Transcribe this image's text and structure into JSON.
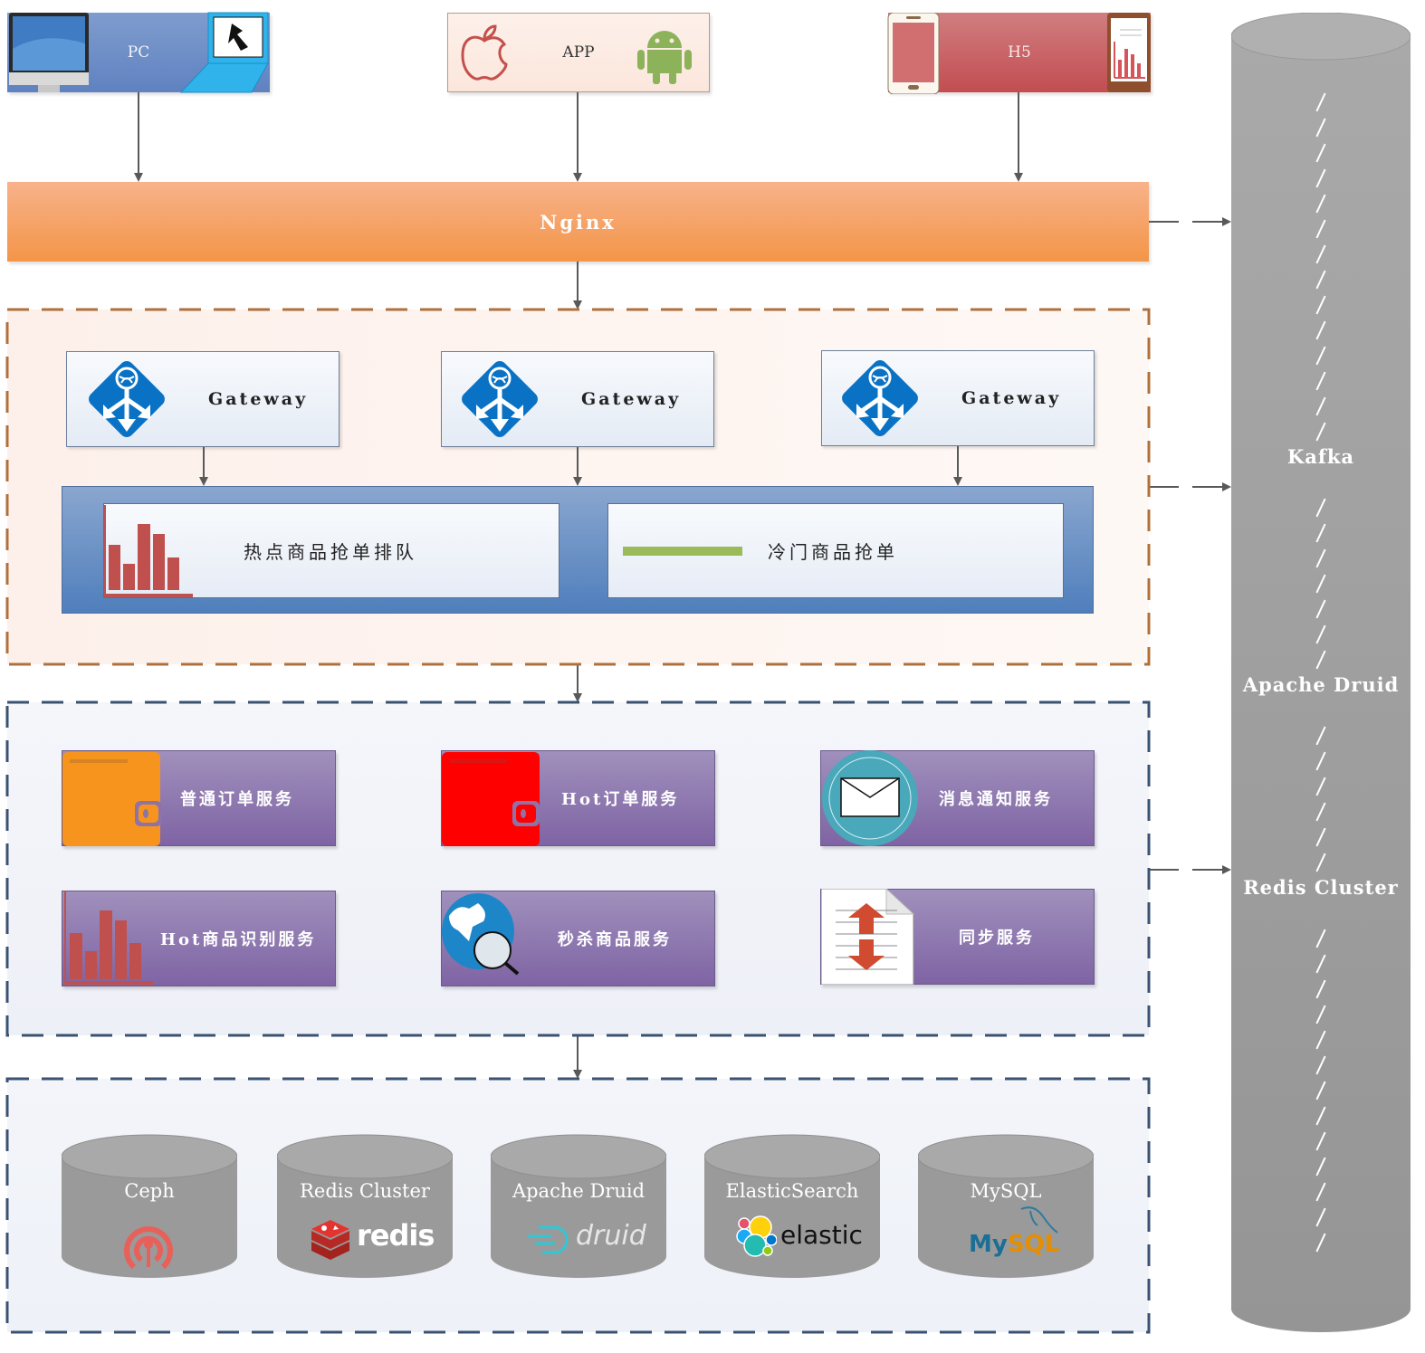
{
  "clients": {
    "pc": {
      "label": "PC",
      "color": "#6a8bc6"
    },
    "app": {
      "label": "APP",
      "color": "#fbe9e0"
    },
    "h5": {
      "label": "H5",
      "color": "#c8585c"
    }
  },
  "nginx": {
    "label": "Nginx",
    "color": "#f5a064"
  },
  "gateway_layer": {
    "gateways": [
      {
        "label": "Gateway"
      },
      {
        "label": "Gateway"
      },
      {
        "label": "Gateway"
      }
    ],
    "queues": [
      {
        "label": "热点商品抢单排队",
        "icon": "bar-chart-icon"
      },
      {
        "label": "冷门商品抢单",
        "icon": "green-bar-icon"
      }
    ]
  },
  "service_layer": {
    "services": [
      {
        "label": "普通订单服务",
        "icon": "orange-wallet-icon"
      },
      {
        "label": "Hot订单服务",
        "icon": "red-wallet-icon"
      },
      {
        "label": "消息通知服务",
        "icon": "mail-icon"
      },
      {
        "label": "Hot商品识别服务",
        "icon": "bar-chart-icon"
      },
      {
        "label": "秒杀商品服务",
        "icon": "globe-search-icon"
      },
      {
        "label": "同步服务",
        "icon": "sync-document-icon"
      }
    ]
  },
  "storage_layer": {
    "databases": [
      {
        "label": "Ceph",
        "logo": "ceph-logo"
      },
      {
        "label": "Redis Cluster",
        "logo": "redis-logo",
        "logo_text": "redis"
      },
      {
        "label": "Apache Druid",
        "logo": "druid-logo",
        "logo_text": "druid"
      },
      {
        "label": "ElasticSearch",
        "logo": "elastic-logo",
        "logo_text": "elastic"
      },
      {
        "label": "MySQL",
        "logo": "mysql-logo",
        "logo_text_a": "My",
        "logo_text_b": "SQL"
      }
    ]
  },
  "side_stack": {
    "labels": [
      "Kafka",
      "Apache Druid",
      "Redis Cluster"
    ]
  }
}
